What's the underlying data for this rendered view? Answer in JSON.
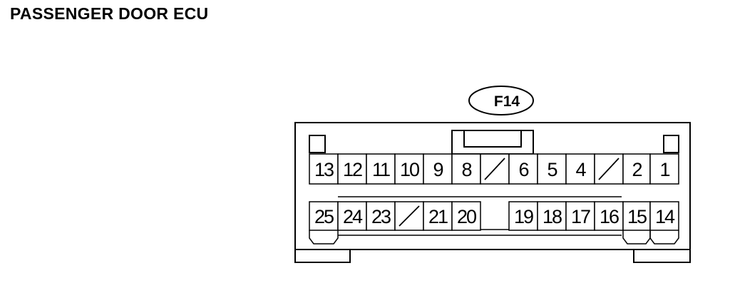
{
  "title": "PASSENGER DOOR ECU",
  "connector": {
    "id": "F14",
    "top_row": [
      "13",
      "12",
      "11",
      "10",
      "9",
      "8",
      "",
      "6",
      "5",
      "4",
      "",
      "2",
      "1"
    ],
    "bottom_row": [
      "25",
      "24",
      "23",
      "",
      "21",
      "20",
      "",
      "19",
      "18",
      "17",
      "16",
      "15",
      "14"
    ]
  }
}
